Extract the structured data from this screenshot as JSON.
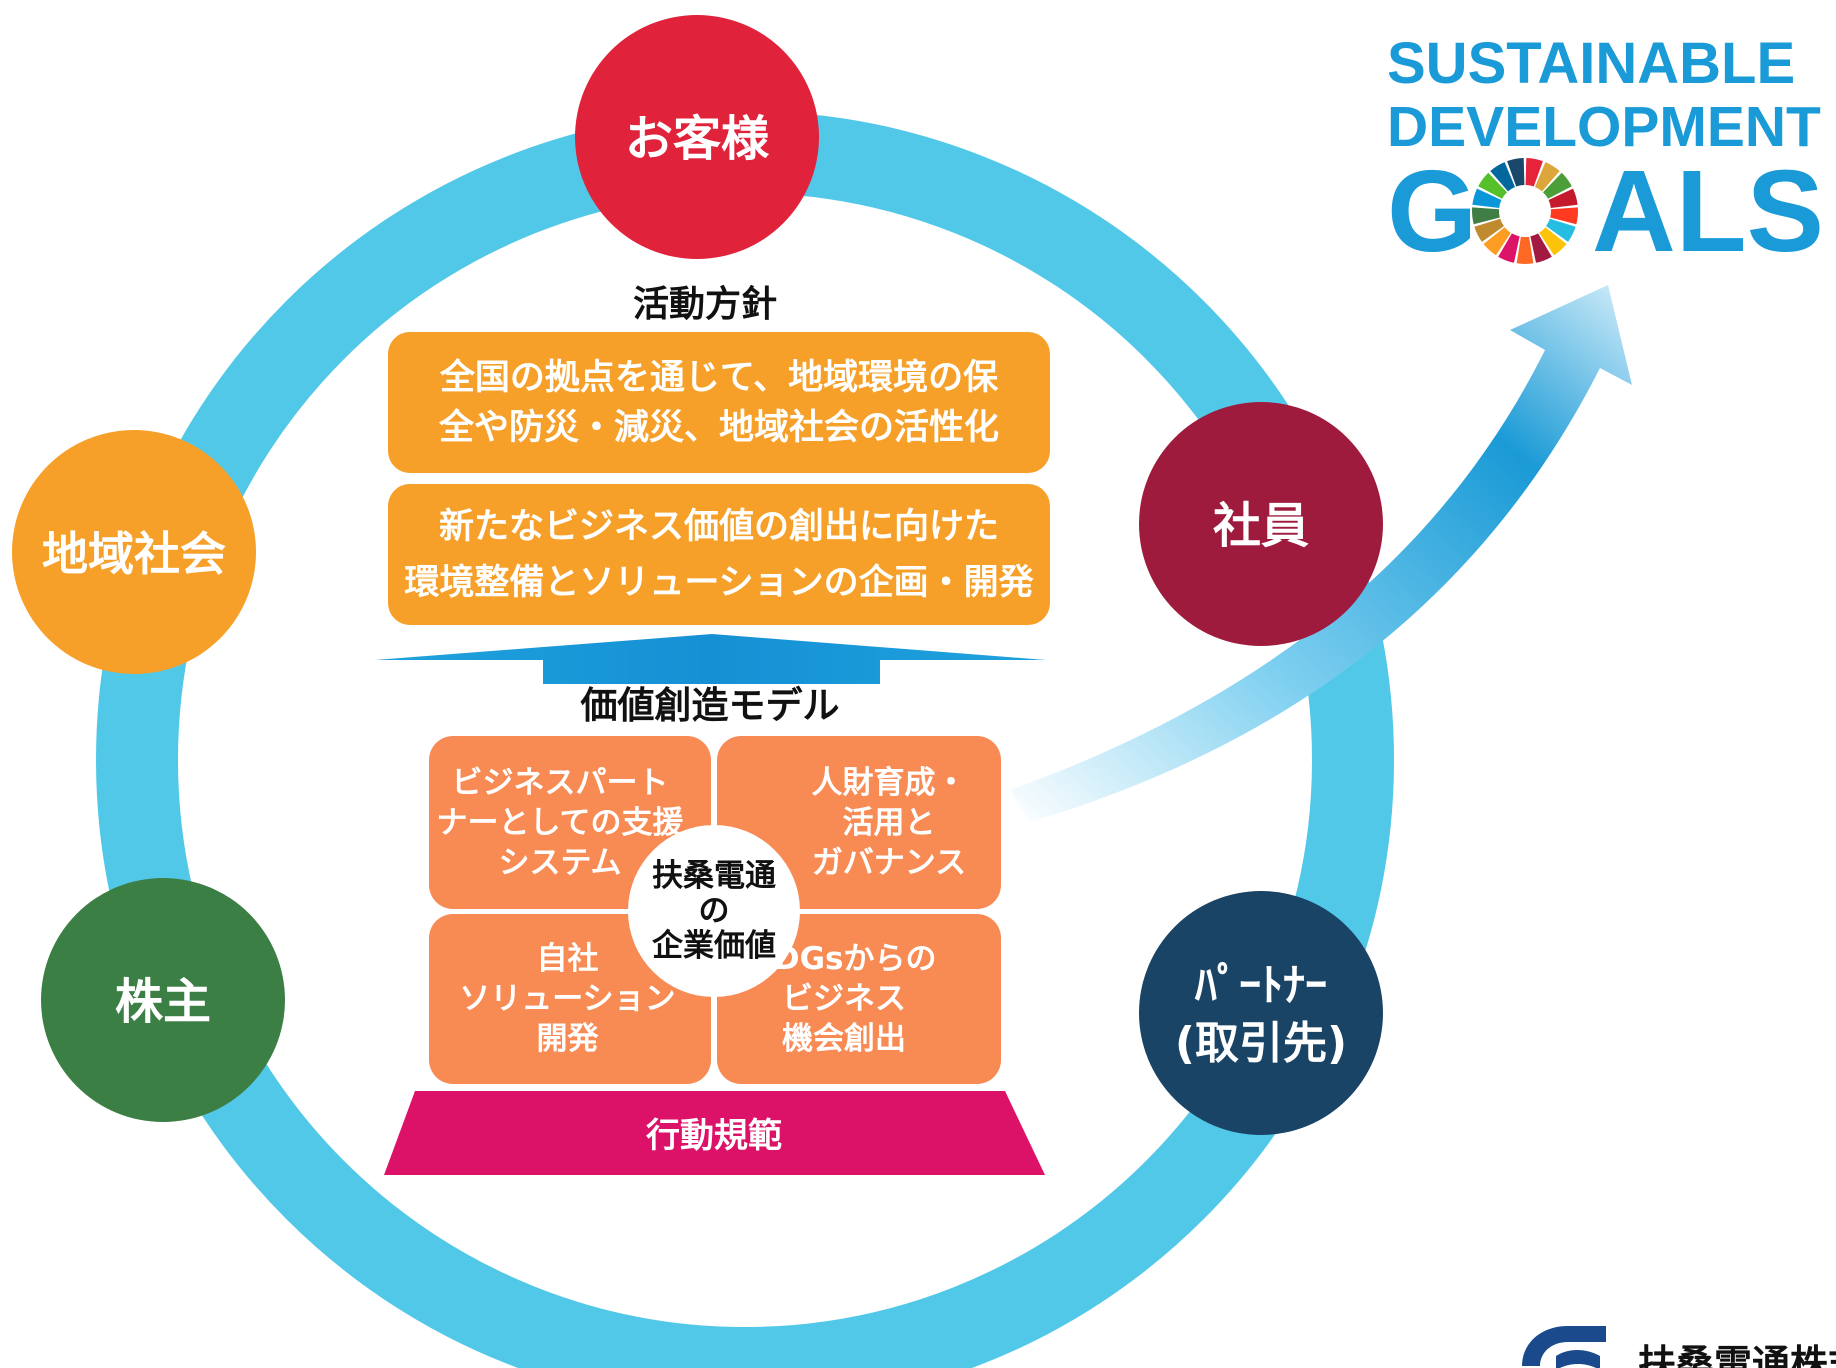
{
  "stakeholders": {
    "customer": "お客様",
    "employee": "社員",
    "partner_line1": "ﾊﾟｰﾄﾅｰ",
    "partner_line2": "(取引先)",
    "shareholder": "株主",
    "community": "地域社会"
  },
  "policy": {
    "heading": "活動方針",
    "box1_line1": "全国の拠点を通じて、地域環境の保",
    "box1_line2": "全や防災・減災、地域社会の活性化",
    "box2_line1": "新たなビジネス価値の創出に向けた",
    "box2_line2": "環境整備とソリューションの企画・開発"
  },
  "model": {
    "heading": "価値創造モデル",
    "cell_tl": [
      "ビジネスパート",
      "ナーとしての支援",
      "システム"
    ],
    "cell_tr": [
      "人財育成・",
      "活用と",
      "ガバナンス"
    ],
    "cell_bl": [
      "自社",
      "ソリューション",
      "開発"
    ],
    "cell_br": [
      "SDGsからの",
      "ビジネス",
      "機会創出"
    ],
    "center": [
      "扶桑電通",
      "の",
      "企業価値"
    ],
    "base": "行動規範"
  },
  "sdg_logo": {
    "line1": "SUSTAINABLE",
    "line2": "DEVELOPMENT",
    "line3_a": "G",
    "line3_b": "ALS"
  },
  "company_logo": {
    "text": "扶桑電通株式"
  },
  "colors": {
    "ring": "#52C8E8",
    "customer": "#E0223B",
    "employee": "#9E1B3E",
    "partner": "#1A4466",
    "shareholder": "#3C7F44",
    "community": "#F6A02A",
    "policy_box": "#F6A02A",
    "model_cell": "#F88A54",
    "base": "#DC1268",
    "arrow": "#1A9AD6",
    "sdg_blue": "#1A9AD6"
  }
}
